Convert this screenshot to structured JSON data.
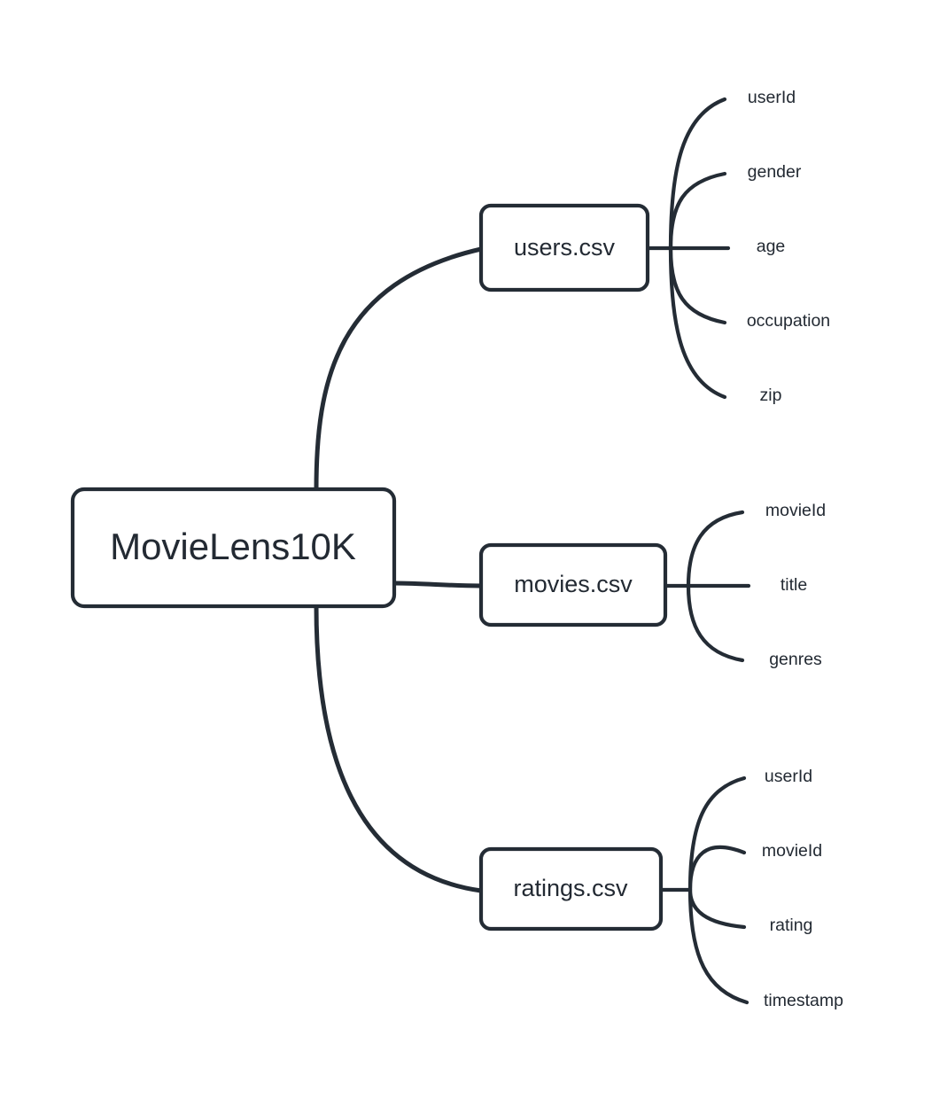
{
  "diagram": {
    "type": "mindmap",
    "title": "MovieLens10K dataset schema mindmap",
    "background_color": "#ffffff",
    "stroke_color": "#242c35",
    "node_fill_color": "#ffffff",
    "text_color": "#232a33"
  },
  "root": {
    "label": "MovieLens10K"
  },
  "branches": [
    {
      "id": "users",
      "label": "users.csv",
      "leaves": [
        {
          "label": "userId"
        },
        {
          "label": "gender"
        },
        {
          "label": "age"
        },
        {
          "label": "occupation"
        },
        {
          "label": "zip"
        }
      ]
    },
    {
      "id": "movies",
      "label": "movies.csv",
      "leaves": [
        {
          "label": "movieId"
        },
        {
          "label": "title"
        },
        {
          "label": "genres"
        }
      ]
    },
    {
      "id": "ratings",
      "label": "ratings.csv",
      "leaves": [
        {
          "label": "userId"
        },
        {
          "label": "movieId"
        },
        {
          "label": "rating"
        },
        {
          "label": "timestamp"
        }
      ]
    }
  ]
}
